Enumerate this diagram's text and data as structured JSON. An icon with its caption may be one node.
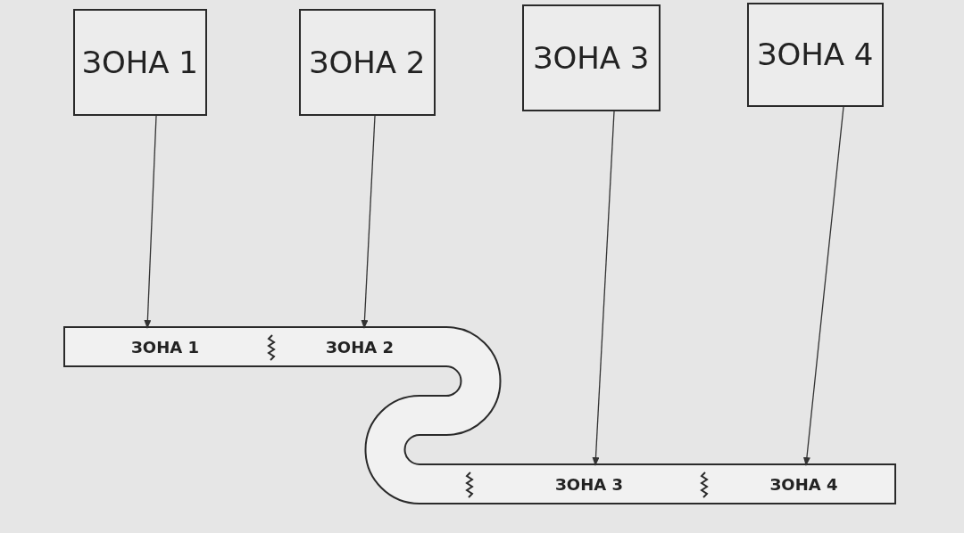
{
  "diagram": {
    "nodes": [
      {
        "text": [
          "ЗОНА 1"
        ]
      },
      {
        "text": [
          "ЗОНА 2"
        ]
      },
      {
        "text": [
          "ЗОНА 3"
        ]
      },
      {
        "text": [
          "ЗОНА 4"
        ]
      },
      {
        "text": [
          "ЗОНА 1"
        ]
      },
      {
        "text": [
          "ЗОНА 2"
        ]
      },
      {
        "text": [
          "ЗОНА 3"
        ]
      },
      {
        "text": [
          "ЗОНА 4"
        ]
      }
    ],
    "edges": [
      {
        "from": 0,
        "to": 4,
        "arrow": "to"
      },
      {
        "from": 1,
        "to": 5,
        "arrow": "to"
      },
      {
        "from": 2,
        "to": 6,
        "arrow": "to"
      },
      {
        "from": 3,
        "to": 7,
        "arrow": "to"
      }
    ]
  }
}
